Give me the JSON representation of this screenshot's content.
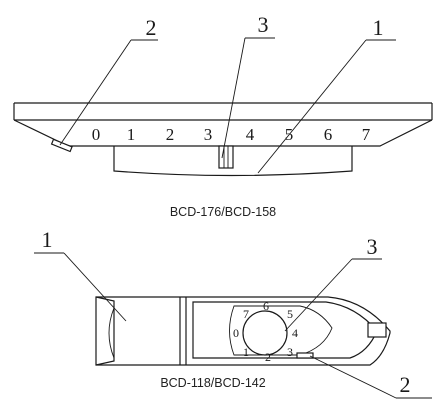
{
  "top_figure": {
    "caption": "BCD-176/BCD-158",
    "callouts": [
      "2",
      "3",
      "1"
    ],
    "scale_digits": [
      "0",
      "1",
      "2",
      "3",
      "4",
      "5",
      "6",
      "7"
    ]
  },
  "bottom_figure": {
    "caption": "BCD-118/BCD-142",
    "callouts": [
      "1",
      "3",
      "2"
    ],
    "dial_digits": [
      "7",
      "6",
      "5",
      "0",
      "4",
      "1",
      "2",
      "3"
    ]
  }
}
